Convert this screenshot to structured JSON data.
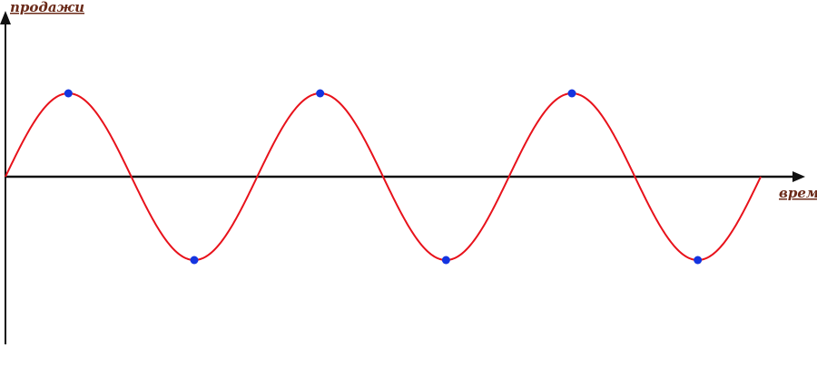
{
  "chart_data": {
    "type": "line",
    "ylabel": "продажи",
    "xlabel": "время",
    "grid": false,
    "legend": "none",
    "xlim": [
      0,
      6
    ],
    "ylim": [
      -2,
      2
    ],
    "series": [
      {
        "function": "sine",
        "amplitude": 1,
        "period": 2,
        "x_start": 0,
        "x_end": 6,
        "color": "#e8121b"
      }
    ],
    "points": [
      {
        "x": 0.5,
        "y": 1
      },
      {
        "x": 1.5,
        "y": -1
      },
      {
        "x": 2.5,
        "y": 1
      },
      {
        "x": 3.5,
        "y": -1
      },
      {
        "x": 4.5,
        "y": 1
      },
      {
        "x": 5.5,
        "y": -1
      }
    ],
    "point_color": "#1434e0",
    "axis_color": "#111111",
    "label_color": "#6b2b1a"
  }
}
